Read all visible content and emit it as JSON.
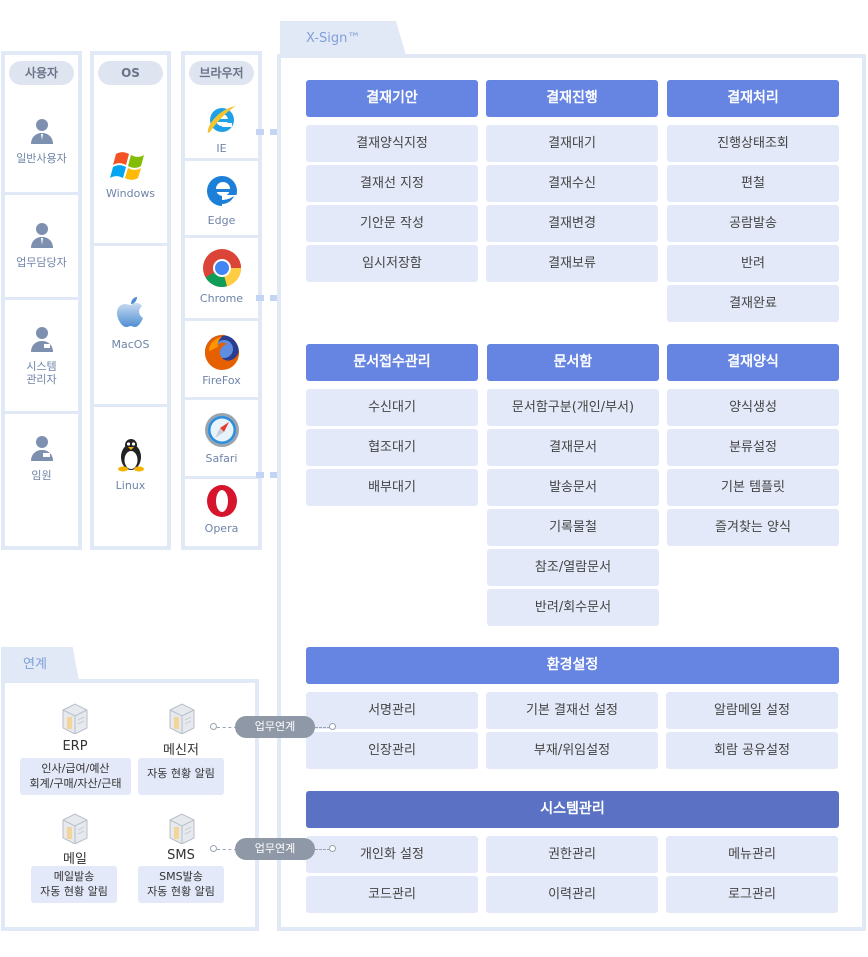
{
  "columns": {
    "user": {
      "header": "사용자",
      "items": [
        {
          "label": "일반사용자",
          "icon": "user-icon"
        },
        {
          "label": "업무담당자",
          "icon": "staff-icon"
        },
        {
          "label": "시스템 관리자",
          "icon": "admin-icon"
        },
        {
          "label": "임원",
          "icon": "executive-icon"
        }
      ]
    },
    "os": {
      "header": "OS",
      "items": [
        {
          "label": "Windows",
          "icon": "windows-icon"
        },
        {
          "label": "MacOS",
          "icon": "apple-icon"
        },
        {
          "label": "Linux",
          "icon": "linux-icon"
        }
      ]
    },
    "browser": {
      "header": "브라우저",
      "items": [
        {
          "label": "IE",
          "icon": "ie-icon"
        },
        {
          "label": "Edge",
          "icon": "edge-icon"
        },
        {
          "label": "Chrome",
          "icon": "chrome-icon"
        },
        {
          "label": "FireFox",
          "icon": "firefox-icon"
        },
        {
          "label": "Safari",
          "icon": "safari-icon"
        },
        {
          "label": "Opera",
          "icon": "opera-icon"
        }
      ]
    }
  },
  "xsign": {
    "tab": "X-Sign™",
    "draft": {
      "header": "결재기안",
      "items": [
        "결재양식지정",
        "결재선 지정",
        "기안문 작성",
        "임시저장함"
      ]
    },
    "progress": {
      "header": "결재진행",
      "items": [
        "결재대기",
        "결재수신",
        "결재변경",
        "결재보류"
      ]
    },
    "process": {
      "header": "결재처리",
      "items": [
        "진행상태조회",
        "편철",
        "공람발송",
        "반려",
        "결재완료"
      ]
    },
    "receive": {
      "header": "문서접수관리",
      "items": [
        "수신대기",
        "협조대기",
        "배부대기"
      ]
    },
    "docbox": {
      "header": "문서함",
      "items": [
        "문서함구분(개인/부서)",
        "결재문서",
        "발송문서",
        "기록물철",
        "참조/열람문서",
        "반려/회수문서"
      ]
    },
    "forms": {
      "header": "결재양식",
      "items": [
        "양식생성",
        "분류설정",
        "기본 템플릿",
        "즐겨찾는 양식"
      ]
    },
    "settings": {
      "header": "환경설정",
      "items": [
        "서명관리",
        "기본 결재선 설정",
        "알람메일 설정",
        "인장관리",
        "부재/위임설정",
        "회람 공유설정"
      ]
    },
    "system": {
      "header": "시스템관리",
      "items": [
        "개인화 설정",
        "권한관리",
        "메뉴관리",
        "코드관리",
        "이력관리",
        "로그관리"
      ]
    }
  },
  "integration": {
    "tab": "연계",
    "systems": [
      {
        "name": "ERP",
        "desc": [
          "인사/급여/예산",
          "회계/구매/자산/근태"
        ],
        "icon": "server-icon"
      },
      {
        "name": "메신저",
        "desc": [
          "자동 현황 알림"
        ],
        "icon": "server-icon"
      },
      {
        "name": "메일",
        "desc": [
          "메일발송",
          "자동 현황 알림"
        ],
        "icon": "server-icon"
      },
      {
        "name": "SMS",
        "desc": [
          "SMS발송",
          "자동 현황 알림"
        ],
        "icon": "server-icon"
      }
    ],
    "link_label_1": "업무연계",
    "link_label_2": "업무연계"
  },
  "colors": {
    "primary": "#6685e2",
    "primary_dark": "#5a71c4",
    "item_bg": "#e3e9f8",
    "panel_border": "#e2e9f6"
  }
}
